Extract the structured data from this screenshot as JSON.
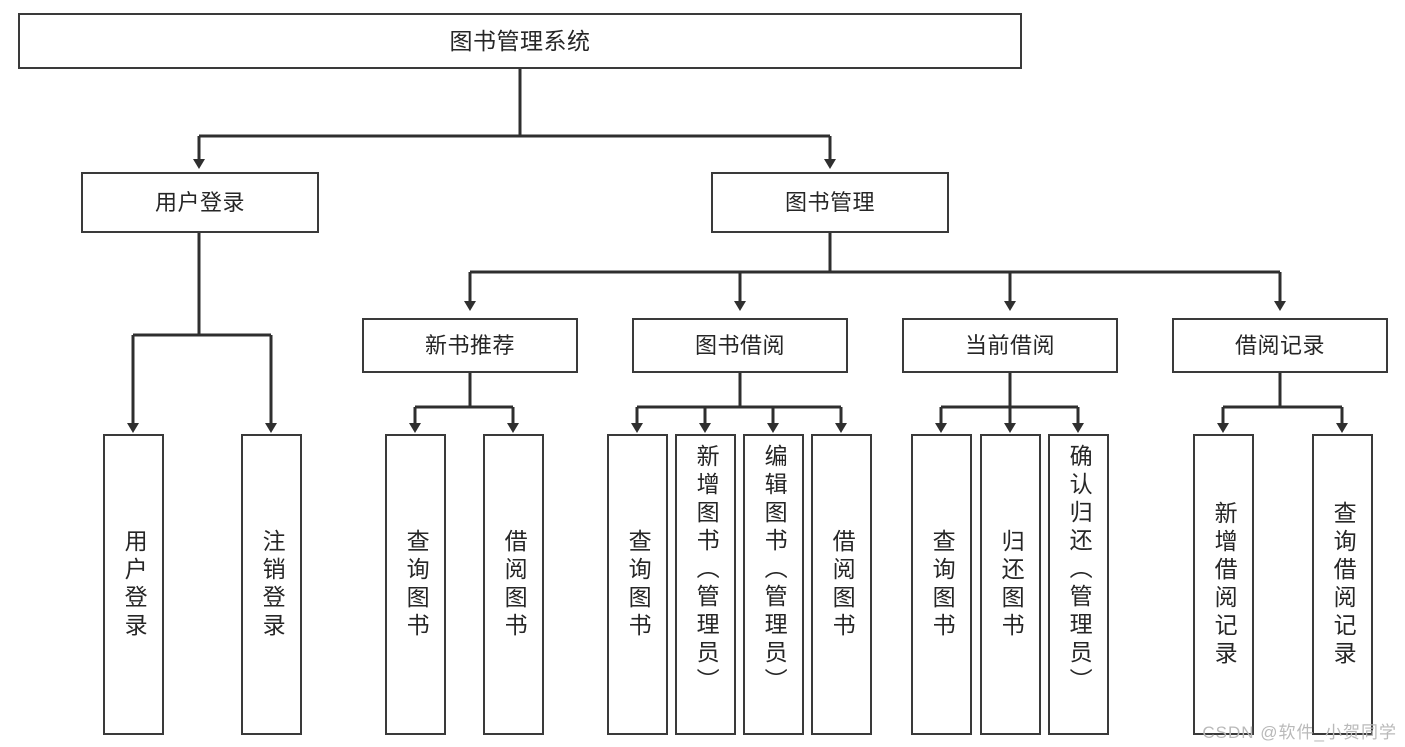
{
  "diagram": {
    "type": "tree",
    "title": "图书管理系统",
    "watermark": "CSDN @软件_小贺同学",
    "colors": {
      "box_border": "#3a3a3a",
      "box_fill": "#ffffff",
      "connector": "#2f2f2f",
      "text": "#262626",
      "watermark": "#b9b9b9"
    },
    "nodes": {
      "root": {
        "label": "图书管理系统"
      },
      "level2": [
        {
          "id": "user-login",
          "label": "用户登录"
        },
        {
          "id": "book-manage",
          "label": "图书管理"
        }
      ],
      "level3": [
        {
          "id": "new-book-rec",
          "label": "新书推荐"
        },
        {
          "id": "book-borrow",
          "label": "图书借阅"
        },
        {
          "id": "current-borrow",
          "label": "当前借阅"
        },
        {
          "id": "borrow-record",
          "label": "借阅记录"
        }
      ],
      "leaves": [
        {
          "id": "leaf-user-login",
          "label": "用户登录",
          "parent": "user-login"
        },
        {
          "id": "leaf-user-logout",
          "label": "注销登录",
          "parent": "user-login"
        },
        {
          "id": "leaf-query-book-1",
          "label": "查询图书",
          "parent": "new-book-rec"
        },
        {
          "id": "leaf-borrow-book-1",
          "label": "借阅图书",
          "parent": "new-book-rec"
        },
        {
          "id": "leaf-query-book-2",
          "label": "查询图书",
          "parent": "book-borrow"
        },
        {
          "id": "leaf-add-book",
          "label": "新增图书（管理员）",
          "parent": "book-borrow"
        },
        {
          "id": "leaf-edit-book",
          "label": "编辑图书（管理员）",
          "parent": "book-borrow"
        },
        {
          "id": "leaf-borrow-book-2",
          "label": "借阅图书",
          "parent": "book-borrow"
        },
        {
          "id": "leaf-query-book-3",
          "label": "查询图书",
          "parent": "current-borrow"
        },
        {
          "id": "leaf-return-book",
          "label": "归还图书",
          "parent": "current-borrow"
        },
        {
          "id": "leaf-confirm-return",
          "label": "确认归还（管理员）",
          "parent": "current-borrow"
        },
        {
          "id": "leaf-add-record",
          "label": "新增借阅记录",
          "parent": "borrow-record"
        },
        {
          "id": "leaf-query-record",
          "label": "查询借阅记录",
          "parent": "borrow-record"
        }
      ]
    }
  }
}
